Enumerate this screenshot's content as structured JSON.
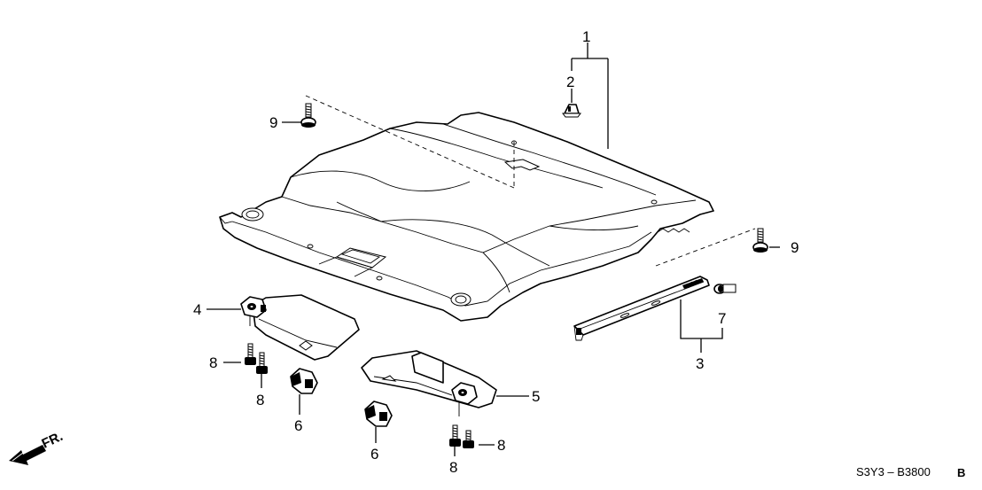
{
  "diagram": {
    "title": "Roof lining / sun visor parts diagram",
    "callouts": [
      {
        "id": "c1",
        "label": "1"
      },
      {
        "id": "c2",
        "label": "2"
      },
      {
        "id": "c3",
        "label": "3"
      },
      {
        "id": "c4",
        "label": "4"
      },
      {
        "id": "c5",
        "label": "5"
      },
      {
        "id": "c6a",
        "label": "6"
      },
      {
        "id": "c6b",
        "label": "6"
      },
      {
        "id": "c7",
        "label": "7"
      },
      {
        "id": "c8a",
        "label": "8"
      },
      {
        "id": "c8b",
        "label": "8"
      },
      {
        "id": "c8c",
        "label": "8"
      },
      {
        "id": "c8d",
        "label": "8"
      },
      {
        "id": "c9a",
        "label": "9"
      },
      {
        "id": "c9b",
        "label": "9"
      }
    ],
    "direction_label": "FR.",
    "diagram_code": "S3Y3 – B3800",
    "diagram_code_suffix": "B"
  }
}
